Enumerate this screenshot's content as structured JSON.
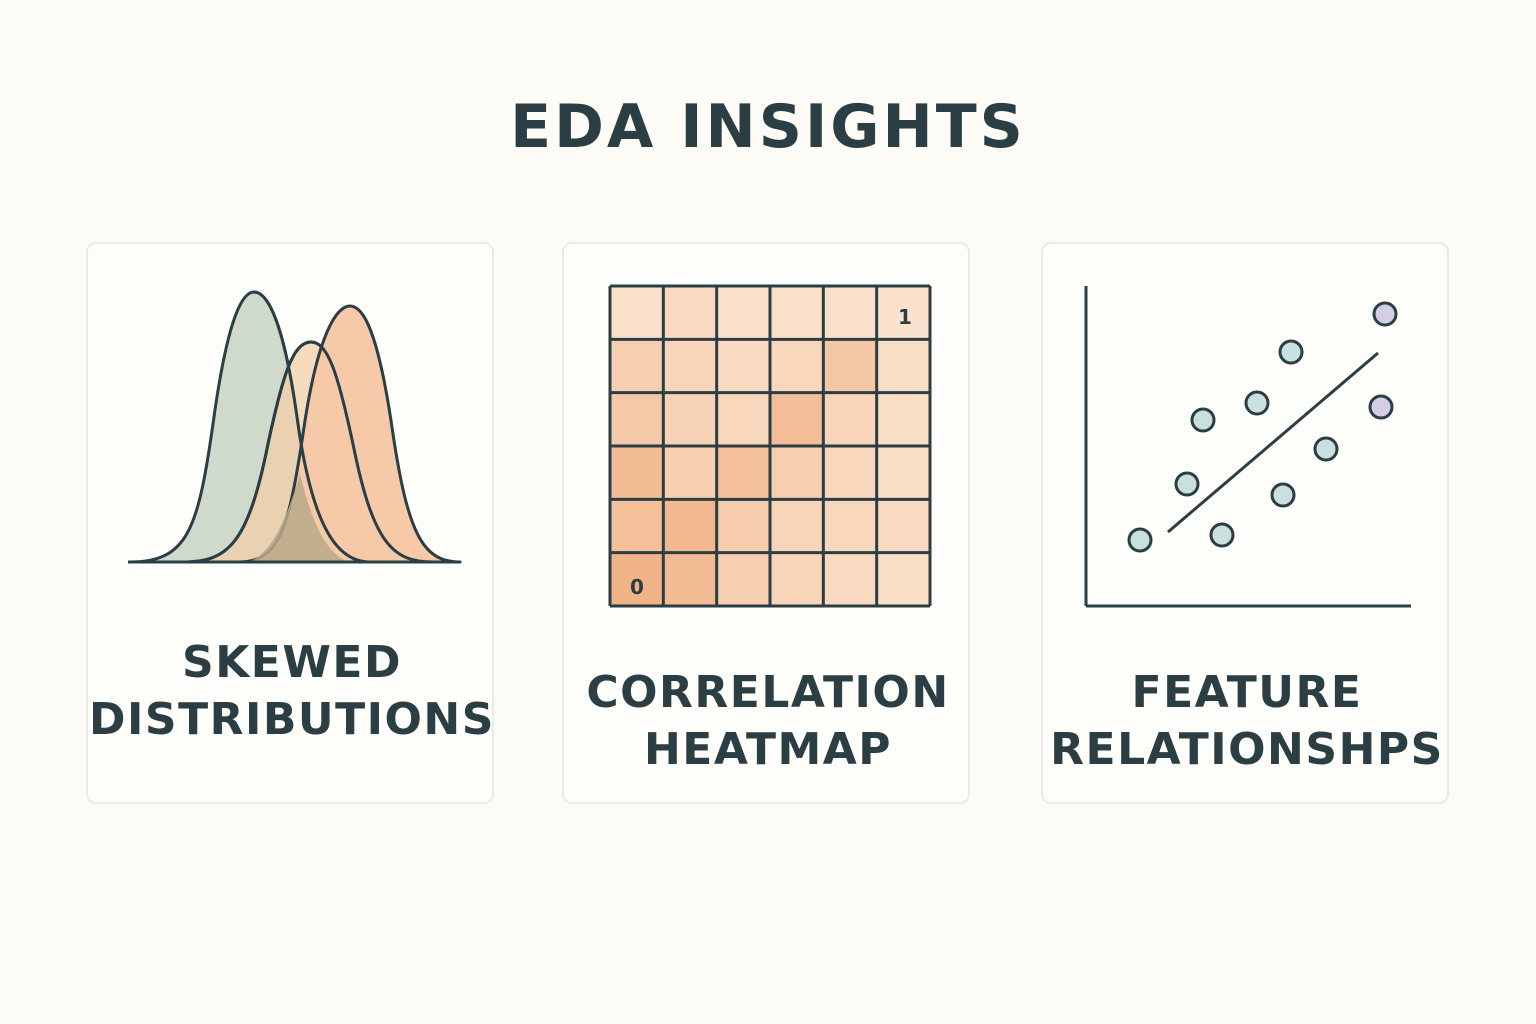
{
  "title": "EDA INSIGHTS",
  "colors": {
    "background": "#fcfbf5",
    "ink": "#2b3e44",
    "green_fill": "#cfd9cc",
    "orange_fill": "#f6c9a8",
    "peach_fill": "#f2cdaa",
    "overlap_fill": "#b9a989",
    "dot_teal": "#c9e0df",
    "dot_purple": "#d4cde3"
  },
  "cards": [
    {
      "id": "skewed",
      "title_lines": [
        "SKEWED",
        "DISTRIBUTIONS"
      ],
      "icon": "overlapping-bell-curves-icon"
    },
    {
      "id": "heatmap",
      "title_lines": [
        "CORRELATION",
        "HEATMAP"
      ],
      "icon": "heatmap-grid-icon",
      "corner_labels": {
        "top_right": "1",
        "bottom_left": "0"
      },
      "grid": {
        "rows": 6,
        "cols": 6,
        "intensity": [
          [
            0.15,
            0.25,
            0.15,
            0.15,
            0.15,
            0.1
          ],
          [
            0.45,
            0.35,
            0.25,
            0.3,
            0.6,
            0.2
          ],
          [
            0.55,
            0.4,
            0.3,
            0.75,
            0.35,
            0.2
          ],
          [
            0.8,
            0.45,
            0.7,
            0.45,
            0.3,
            0.2
          ],
          [
            0.7,
            0.85,
            0.5,
            0.35,
            0.3,
            0.25
          ],
          [
            0.95,
            0.8,
            0.45,
            0.35,
            0.25,
            0.2
          ]
        ]
      }
    },
    {
      "id": "feature",
      "title_lines": [
        "FEATURE",
        "RELATIONSHPS"
      ],
      "icon": "scatter-plot-icon"
    }
  ]
}
